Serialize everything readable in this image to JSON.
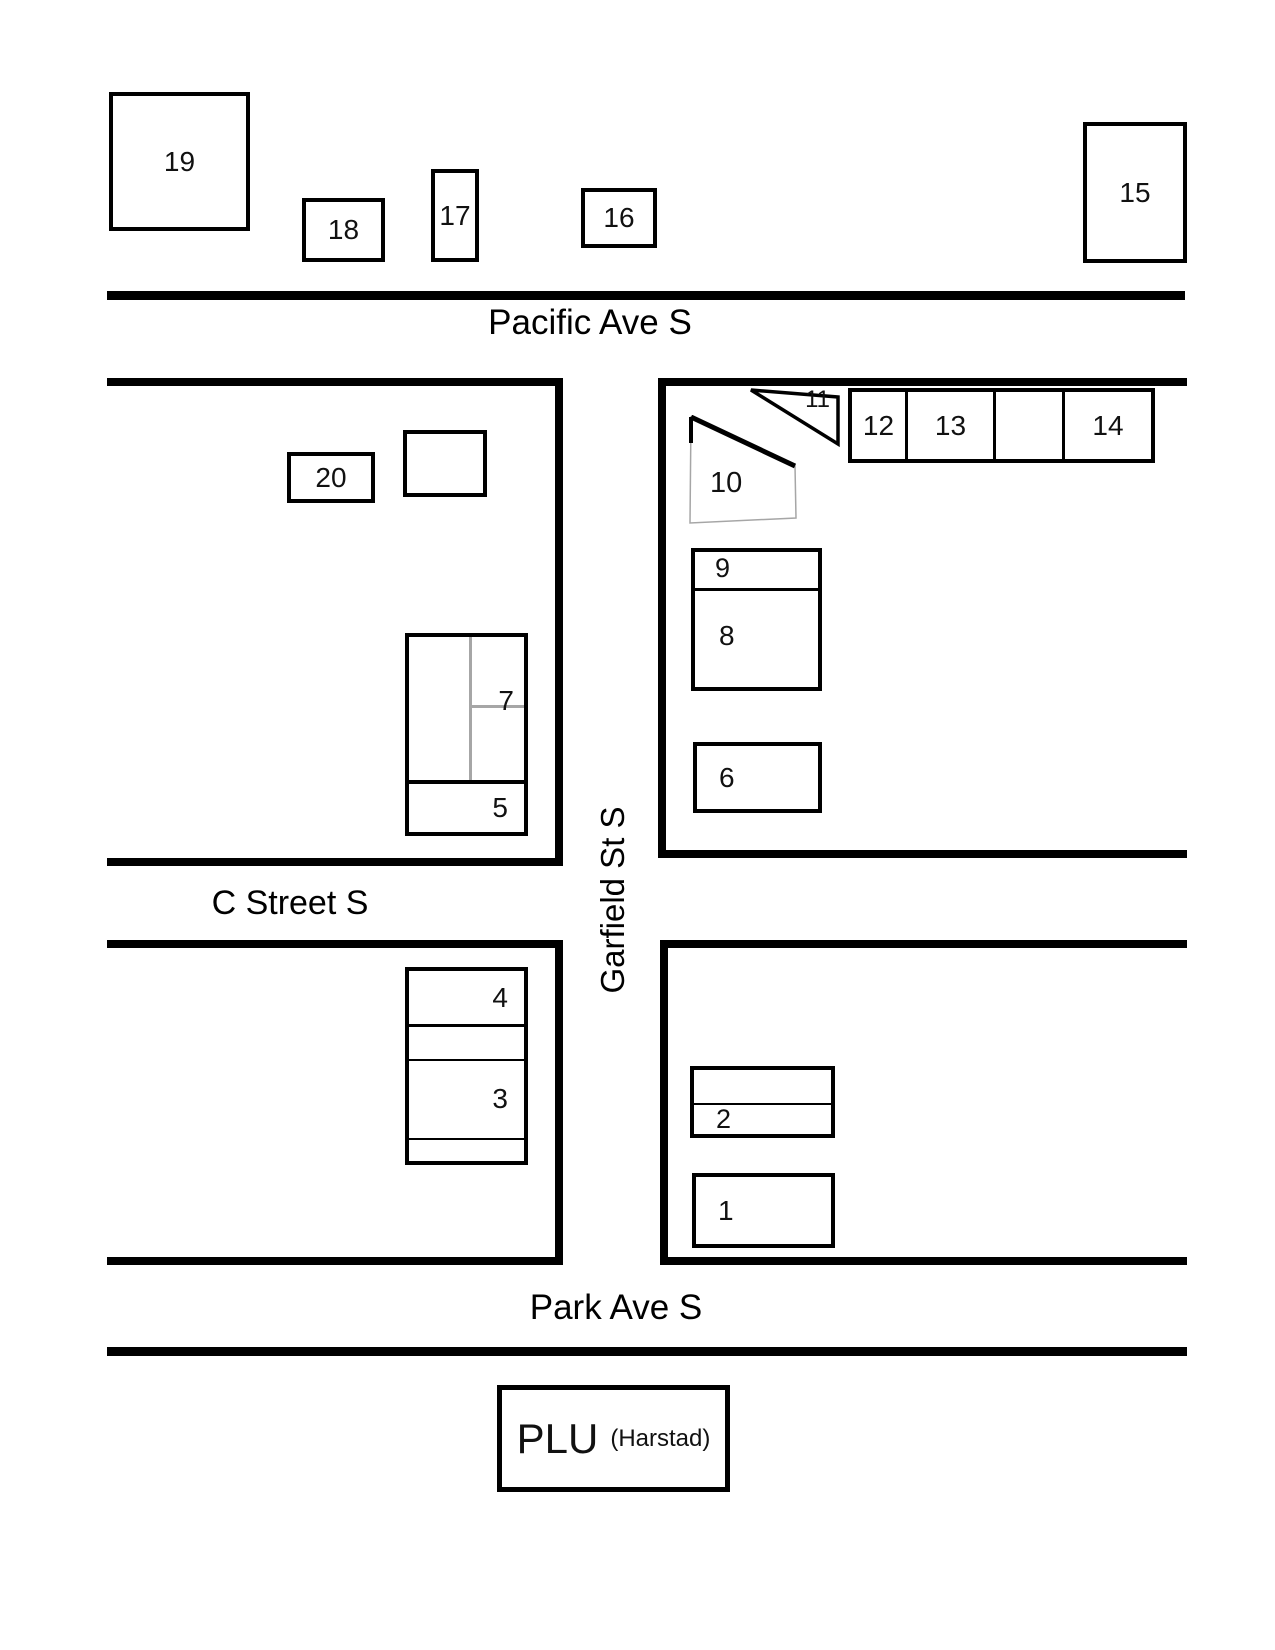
{
  "streets": {
    "pacific": "Pacific Ave S",
    "c_street": "C Street S",
    "garfield": "Garfield St S",
    "park": "Park Ave S"
  },
  "plu": {
    "name": "PLU",
    "detail": "(Harstad)"
  },
  "buildings": {
    "b1": "1",
    "b2": "2",
    "b3": "3",
    "b4": "4",
    "b5": "5",
    "b6": "6",
    "b7": "7",
    "b8": "8",
    "b9": "9",
    "b10": "10",
    "b11": "11",
    "b12": "12",
    "b13": "13",
    "b14": "14",
    "b15": "15",
    "b16": "16",
    "b17": "17",
    "b18": "18",
    "b19": "19",
    "b20": "20"
  },
  "colors": {
    "line": "#000000",
    "gray_line": "#a6a6a6",
    "background": "#ffffff"
  }
}
